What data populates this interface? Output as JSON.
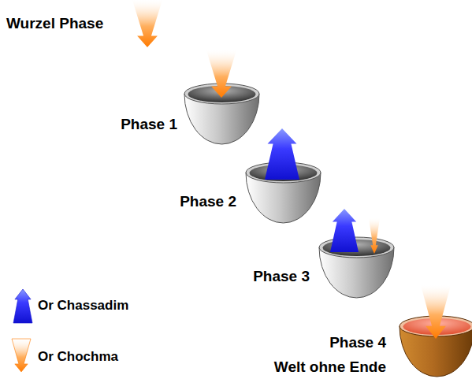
{
  "diagram": {
    "nodes": [
      {
        "text": [
          "Phase 1"
        ]
      },
      {
        "text": [
          "Phase 2"
        ]
      },
      {
        "text": [
          "Phase 3"
        ]
      },
      {
        "text": [
          "Phase 4",
          "Welt ohne Ende"
        ]
      }
    ],
    "labels": [
      "Wurzel Phase"
    ],
    "legend": [
      {
        "text": "Or Chassadim"
      },
      {
        "text": "Or Chochma"
      }
    ]
  }
}
